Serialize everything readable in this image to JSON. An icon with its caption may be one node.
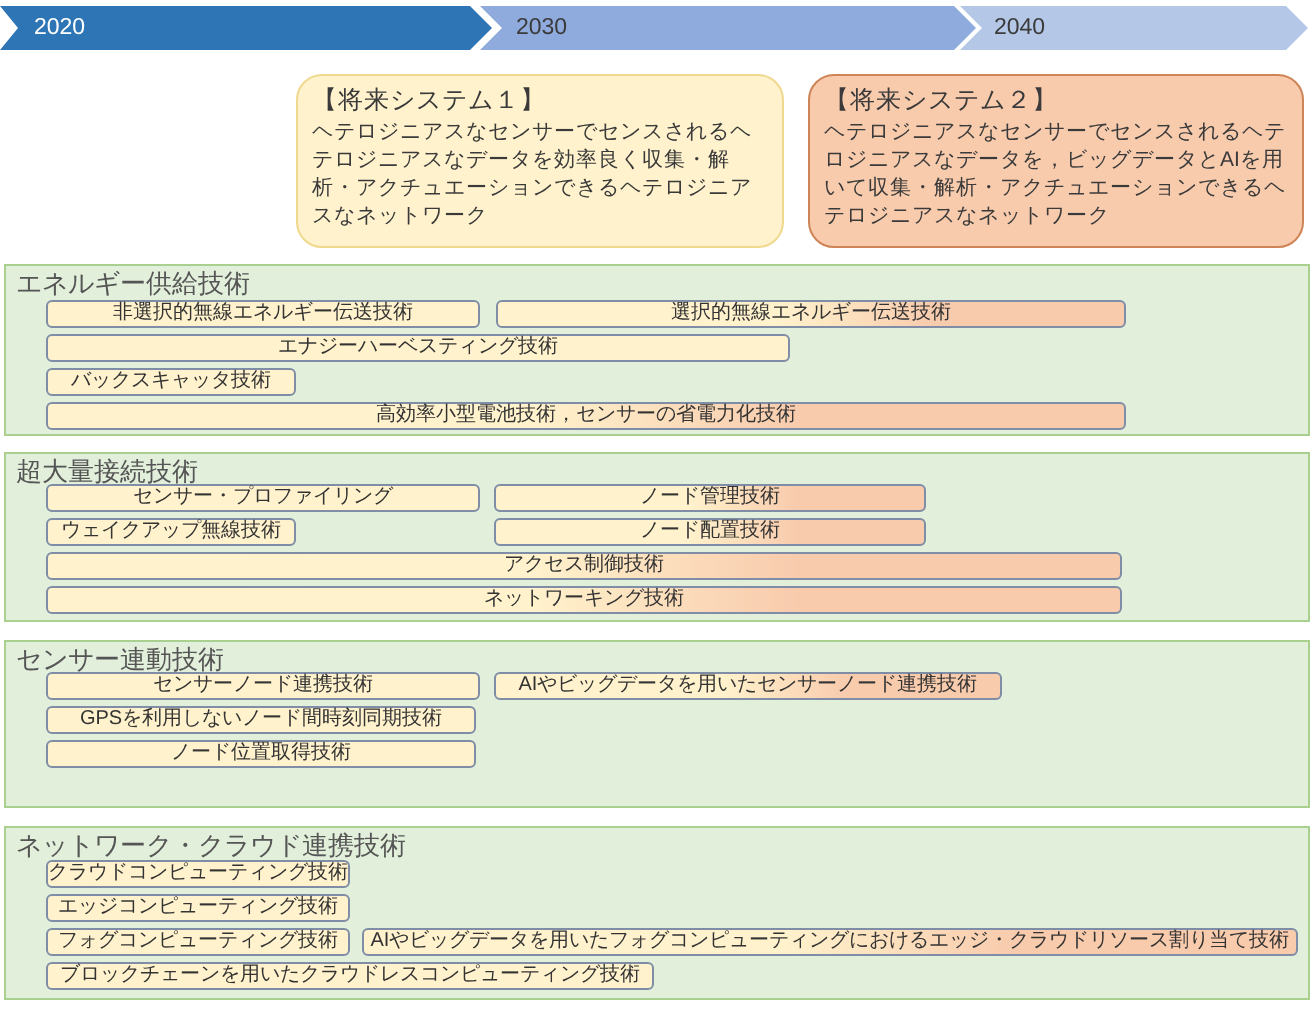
{
  "diagram": {
    "nodes": [
      {
        "text": [
          "2020"
        ]
      },
      {
        "text": [
          "2030"
        ]
      },
      {
        "text": [
          "2040"
        ]
      },
      {
        "text": [
          "【将来システム１】",
          "ヘテロジニアスなセンサーでセンスされるヘテロジニアスなデータを効率良く収集・解析・アクチュエーションできるヘテロジニアスなネットワーク"
        ]
      },
      {
        "text": [
          "【将来システム２】",
          "ヘテロジニアスなセンサーでセンスされるヘテロジニアスなデータを，ビッグデータとAIを用いて収集・解析・アクチュエーションできるヘテロジニアスなネットワーク"
        ]
      },
      {
        "text": [
          "エネルギー供給技術"
        ]
      },
      {
        "text": [
          "非選択的無線エネルギー伝送技術"
        ],
        "in": 5
      },
      {
        "text": [
          "選択的無線エネルギー伝送技術"
        ],
        "in": 5
      },
      {
        "text": [
          "エナジーハーベスティング技術"
        ],
        "in": 5
      },
      {
        "text": [
          "バックスキャッタ技術"
        ],
        "in": 5
      },
      {
        "text": [
          "高効率小型電池技術，センサーの省電力化技術"
        ],
        "in": 5
      },
      {
        "text": [
          "超大量接続技術"
        ]
      },
      {
        "text": [
          "センサー・プロファイリング"
        ],
        "in": 11
      },
      {
        "text": [
          "ノード管理技術"
        ],
        "in": 11
      },
      {
        "text": [
          "ウェイクアップ無線技術"
        ],
        "in": 11
      },
      {
        "text": [
          "ノード配置技術"
        ],
        "in": 11
      },
      {
        "text": [
          "アクセス制御技術"
        ],
        "in": 11
      },
      {
        "text": [
          "ネットワーキング技術"
        ],
        "in": 11
      },
      {
        "text": [
          "センサー連動技術"
        ]
      },
      {
        "text": [
          "センサーノード連携技術"
        ],
        "in": 18
      },
      {
        "text": [
          "AIやビッグデータを用いたセンサーノード連携技術"
        ],
        "in": 18
      },
      {
        "text": [
          "GPSを利用しないノード間時刻同期技術"
        ],
        "in": 18
      },
      {
        "text": [
          "ノード位置取得技術"
        ],
        "in": 18
      },
      {
        "text": [
          "ネットワーク・クラウド連携技術"
        ]
      },
      {
        "text": [
          "クラウドコンピューティング技術"
        ],
        "in": 23
      },
      {
        "text": [
          "エッジコンピューティング技術"
        ],
        "in": 23
      },
      {
        "text": [
          "フォグコンピューティング技術"
        ],
        "in": 23
      },
      {
        "text": [
          "AIやビッグデータを用いたフォグコンピューティングにおけるエッジ・クラウドリソース割り当て技術"
        ],
        "in": 23
      },
      {
        "text": [
          "ブロックチェーンを用いたクラウドレスコンピューティング技術"
        ],
        "in": 23
      }
    ]
  }
}
